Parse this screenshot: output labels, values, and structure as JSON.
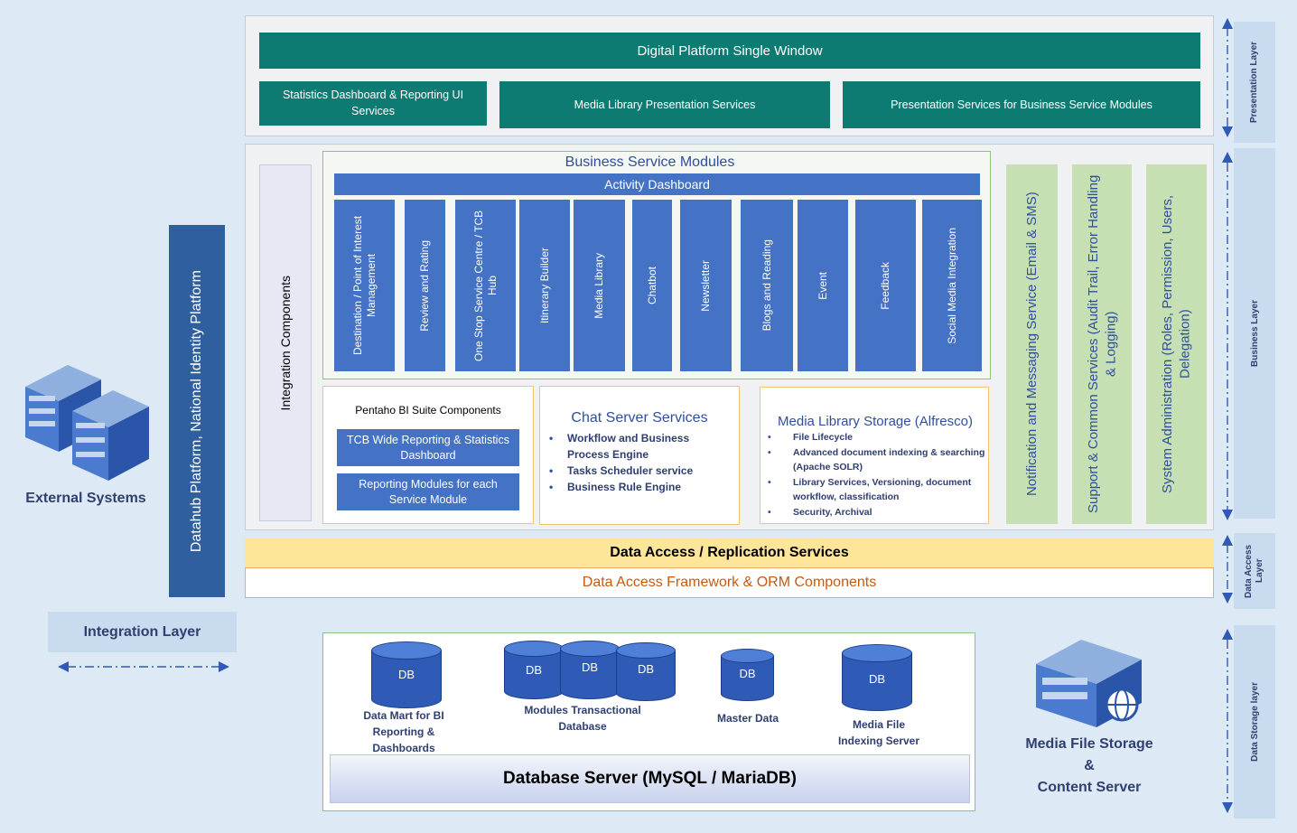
{
  "presentation": {
    "single_window": "Digital Platform Single Window",
    "stats_ui": "Statistics Dashboard & Reporting UI Services",
    "media_presentation": "Media Library Presentation Services",
    "business_presentation": "Presentation Services for Business Service Modules"
  },
  "business": {
    "title": "Business Service Modules",
    "activity_dashboard": "Activity Dashboard",
    "integration_components": "Integration Components",
    "modules": [
      "Destination / Point of Interest Management",
      "Review and Rating",
      "One Stop Service Centre / TCB Hub",
      "Itinerary Builder",
      "Media Library",
      "Chatbot",
      "Newsletter",
      "Blogs and Reading",
      "Event",
      "Feedback",
      "Social Media Integration"
    ],
    "pentaho": {
      "title": "Pentaho BI Suite Components",
      "item1": "TCB Wide Reporting & Statistics Dashboard",
      "item2": "Reporting Modules for each Service Module"
    },
    "chat": {
      "title": "Chat Server Services",
      "items": [
        "Workflow and Business Process Engine",
        "Tasks Scheduler service",
        "Business Rule Engine"
      ]
    },
    "alfresco": {
      "title": "Media Library Storage (Alfresco)",
      "items": [
        "File Lifecycle",
        "Advanced document indexing & searching (Apache SOLR)",
        "Library Services, Versioning, document workflow, classification",
        "Security, Archival"
      ]
    },
    "notification": "Notification and Messaging Service (Email & SMS)",
    "support": "Support & Common Services (Audit Trail, Error Handling & Logging)",
    "sysadmin": "System Administration (Roles, Permission, Users, Delegation)"
  },
  "data_access": {
    "replication": "Data Access / Replication Services",
    "orm": "Data Access Framework & ORM Components"
  },
  "storage": {
    "db_label": "DB",
    "data_mart": "Data Mart for BI Reporting & Dashboards",
    "transactional": "Modules Transactional Database",
    "master": "Master Data",
    "media_index": "Media File Indexing Server",
    "db_server": "Database Server (MySQL / MariaDB)"
  },
  "left": {
    "datahub": "Datahub Platform, National Identity Platform",
    "external": "External Systems",
    "integration_layer": "Integration Layer"
  },
  "media_storage": {
    "line1": "Media File Storage",
    "line2": "&",
    "line3": "Content Server"
  },
  "layers": {
    "presentation": "Presentation Layer",
    "business": "Business Layer",
    "data_access": "Data Access Layer",
    "data_storage": "Data Storage layer"
  },
  "colors": {
    "teal": "#0e7b73",
    "blue": "#4472c4",
    "green": "#c6e0b4",
    "yellow": "#fde59a",
    "datahub": "#2f5f9e"
  }
}
